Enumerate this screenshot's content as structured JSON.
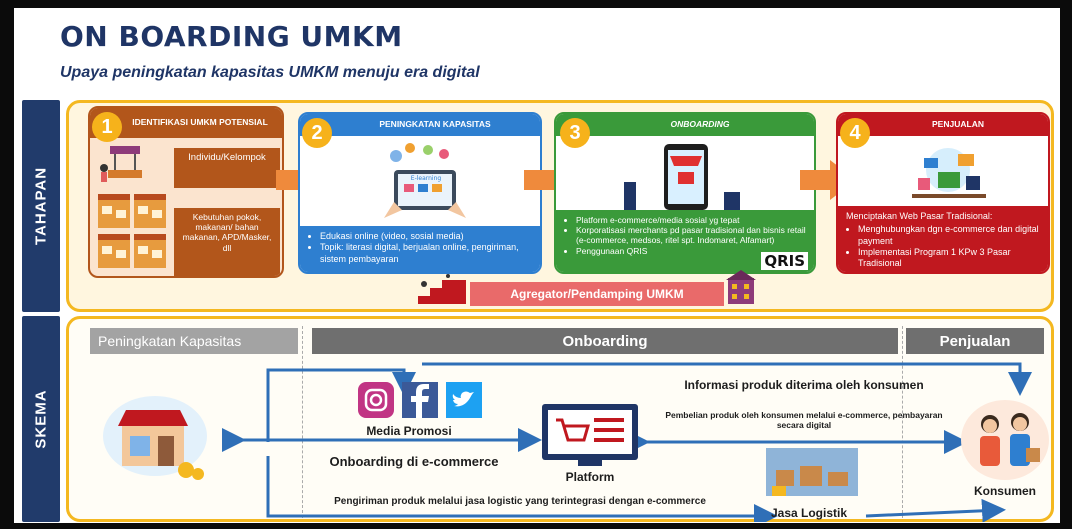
{
  "header": {
    "title": "ON BOARDING UMKM",
    "subtitle": "Upaya peningkatan kapasitas UMKM menuju era digital"
  },
  "sections": {
    "tahapan": "TAHAPAN",
    "skema": "SKEMA"
  },
  "steps": [
    {
      "number": "1",
      "heading": "IDENTIFIKASI UMKM POTENSIAL",
      "items": [
        "Individu/Kelompok",
        "Kebutuhan pokok, makanan/ bahan makanan, APD/Masker, dll"
      ]
    },
    {
      "number": "2",
      "heading": "PENINGKATAN KAPASITAS",
      "screen_label": "E-learning",
      "items": [
        "Edukasi online (video, sosial media)",
        "Topik: literasi digital, berjualan online, pengiriman, sistem pembayaran"
      ]
    },
    {
      "number": "3",
      "heading": "ONBOARDING",
      "items": [
        "Platform e-commerce/media sosial yg tepat",
        "Korporatisasi merchants pd pasar tradisional dan bisnis retail (e-commerce, medsos, ritel spt. Indomaret, Alfamart)",
        "Penggunaan QRIS"
      ],
      "logo": "QRIS"
    },
    {
      "number": "4",
      "heading": "PENJUALAN",
      "intro": "Menciptakan Web Pasar Tradisional:",
      "items": [
        "Menghubungkan dgn e-commerce dan digital payment",
        "Implementasi Program 1 KPw 3 Pasar Tradisional"
      ]
    }
  ],
  "aggregator": "Agregator/Pendamping UMKM",
  "skema": {
    "bars": {
      "capacity": "Peningkatan Kapasitas",
      "onboarding": "Onboarding",
      "sales": "Penjualan"
    },
    "media_promosi": "Media Promosi",
    "info_produk": "Informasi produk diterima oleh konsumen",
    "pembelian": "Pembelian produk oleh konsumen melalui e-commerce, pembayaran secara digital",
    "onboarding_ecommerce": "Onboarding di e-commerce",
    "platform": "Platform",
    "pengiriman": "Pengiriman produk melalui jasa logistic yang terintegrasi dengan e-commerce",
    "jasa_logistik": "Jasa Logistik",
    "konsumen": "Konsumen"
  },
  "colors": {
    "navy": "#213b6b",
    "brown": "#b2561b",
    "blue": "#2e7fd0",
    "green": "#3a9a3a",
    "red": "#c0181f",
    "gold": "#f4b820",
    "arrow_orange": "#ef8a3c",
    "arrow_blue": "#2f6fb7"
  }
}
